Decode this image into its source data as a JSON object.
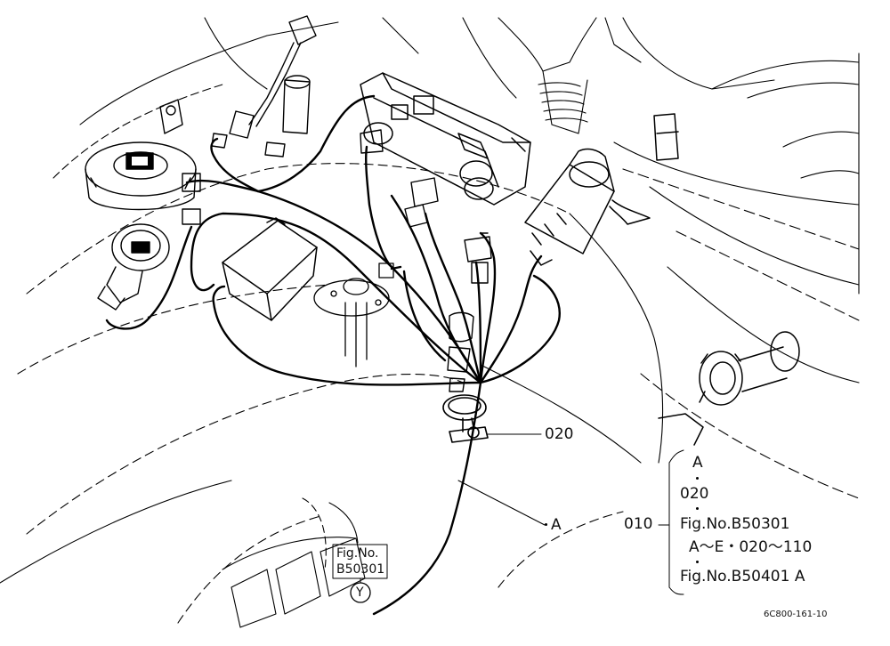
{
  "callouts": {
    "part_020": "020",
    "point_a": "A",
    "part_010": "010"
  },
  "legend": {
    "line1": "A",
    "line2": "020",
    "line3": "Fig.No.B50301",
    "line4": "A～E・020～110",
    "line5": "Fig.No.B50401  A"
  },
  "ref_box": {
    "line1": "Fig.No.",
    "line2": "B50301",
    "circle_letter": "Y"
  },
  "drawing_code": "6C800-161-10"
}
